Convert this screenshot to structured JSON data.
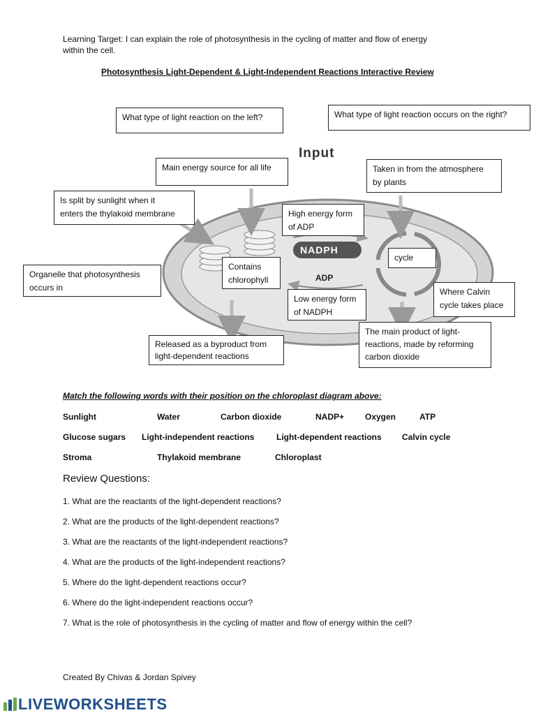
{
  "learning_target": [
    "Learning Target:  I can explain the role of photosynthesis in the cycling of matter and flow of energy",
    "within the cell."
  ],
  "worksheet_title": "Photosynthesis Light-Dependent & Light-Independent Reactions Interactive Review",
  "diagram": {
    "heading_label": "Input",
    "nadph_label": "NADPH",
    "adp_label": "ADP",
    "boxes": {
      "left_reaction": "What type of light reaction on the left?",
      "right_reaction": "What type of light reaction occurs on the right?",
      "energy_source": "Main energy source for all life",
      "atmosphere": [
        "Taken in from the atmosphere",
        "by plants"
      ],
      "split_sunlight": [
        "Is split by sunlight when it",
        "enters the thylakoid membrane"
      ],
      "high_energy": [
        "High energy form",
        "of ADP"
      ],
      "cycle": "cycle",
      "organelle": [
        "Organelle that photosynthesis",
        "occurs in"
      ],
      "chlorophyll": [
        "Contains",
        "chlorophyll"
      ],
      "low_energy": [
        "Low energy form",
        "of NADPH"
      ],
      "calvin_place": [
        "Where Calvin",
        "cycle takes place"
      ],
      "main_product": [
        "The main product of light-",
        "reactions, made by reforming",
        "carbon dioxide"
      ],
      "byproduct": [
        "Released as a byproduct from",
        "light-dependent reactions"
      ]
    }
  },
  "match_instructions": "Match the following words with their position on the chloroplast diagram above:",
  "word_bank": {
    "row1": [
      "Sunlight",
      "Water",
      "Carbon dioxide",
      "NADP+",
      "Oxygen",
      "ATP"
    ],
    "row2": [
      "Glucose sugars",
      "Light-independent reactions",
      "Light-dependent reactions",
      "Calvin cycle"
    ],
    "row3": [
      "Stroma",
      "Thylakoid membrane",
      "Chloroplast"
    ]
  },
  "review_heading": "Review Questions:",
  "questions": [
    "1.  What are the reactants of the light-dependent reactions?",
    "2.  What are the products of the light-dependent reactions?",
    "3.  What are the reactants of the light-independent reactions?",
    "4.  What are the products of the light-independent reactions?",
    "5.  Where do the light-dependent reactions occur?",
    "6.  Where do the light-independent reactions occur?",
    "7.  What is the role of photosynthesis in the cycling of matter and flow of energy within the cell?"
  ],
  "credits": "Created By Chivas & Jordan Spivey",
  "logo_text": "LIVEWORKSHEETS",
  "colors": {
    "logo_blue": "#1f4e8c",
    "logo_green": "#6aa84f",
    "chloroplast_fill": "#d4d4d4",
    "stroma_fill": "#e6e6e6"
  }
}
